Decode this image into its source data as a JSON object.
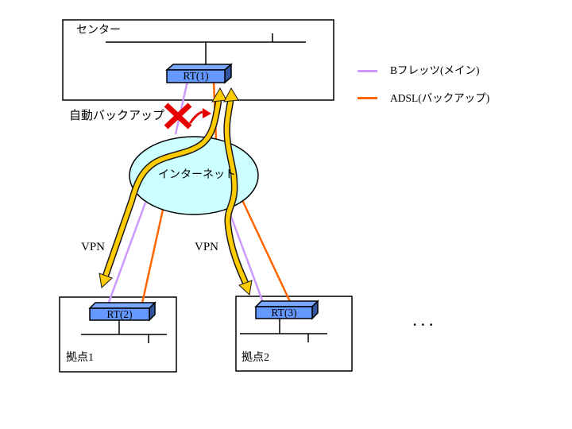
{
  "center": {
    "label": "センター",
    "router_label": "RT(1)"
  },
  "cloud": {
    "label": "インターネット"
  },
  "sites": [
    {
      "label": "拠点1",
      "router_label": "RT(2)",
      "vpn_label": "VPN"
    },
    {
      "label": "拠点2",
      "router_label": "RT(3)",
      "vpn_label": "VPN"
    }
  ],
  "annotations": {
    "auto_backup": "自動バックアップ",
    "more_sites": "..."
  },
  "legend": {
    "items": [
      {
        "label": "Bフレッツ(メイン)",
        "color": "#CC99FF"
      },
      {
        "label": "ADSL(バックアップ)",
        "color": "#FF6600"
      }
    ]
  },
  "colors": {
    "bflets_main": "#CC99FF",
    "adsl_backup": "#FF6600",
    "backup_traffic_arrow": "#FFCC00",
    "failure_mark": "#E60000",
    "cloud_fill": "#CCFFFF",
    "router_fill": "#6699FF"
  }
}
